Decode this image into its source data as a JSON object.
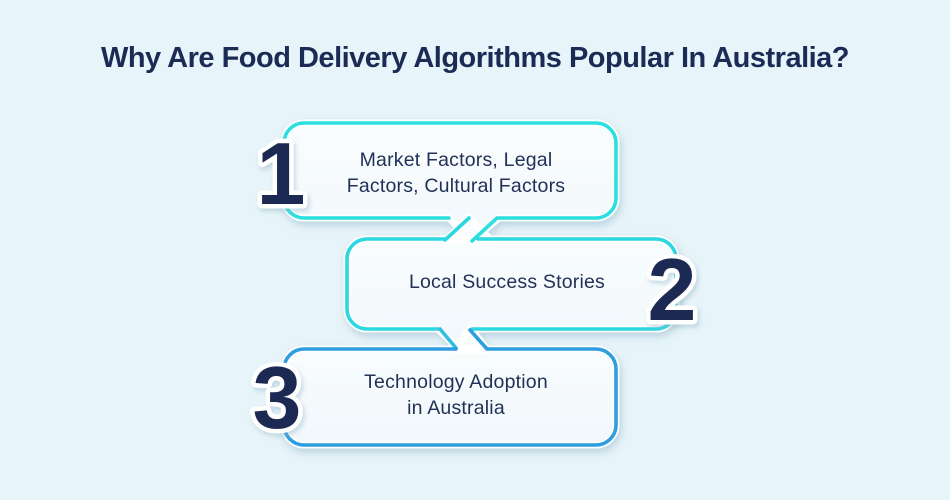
{
  "title": "Why Are Food Delivery Algorithms Popular In Australia?",
  "steps": [
    {
      "number": "1",
      "lines": [
        "Market Factors, Legal",
        "Factors, Cultural Factors"
      ]
    },
    {
      "number": "2",
      "lines": [
        "Local Success Stories"
      ]
    },
    {
      "number": "3",
      "lines": [
        "Technology Adoption",
        "in Australia"
      ]
    }
  ],
  "colors": {
    "background": "#E7F4F9",
    "bubble_fill_top": "#FAFDFE",
    "bubble_fill_bottom": "#F1F8FB",
    "outline_halo": "#FFFFFF",
    "bubble1_border": "#2BDFE0",
    "bubble2_border": "#2BD7E1",
    "bubble2_lower_border": "#2FBFE2",
    "bubble3_border": "#2F9EDF",
    "number_color": "#1C2B52",
    "text_color": "#223158",
    "title_color": "#1C2B55",
    "shadow_color": "#8FB4C9"
  }
}
